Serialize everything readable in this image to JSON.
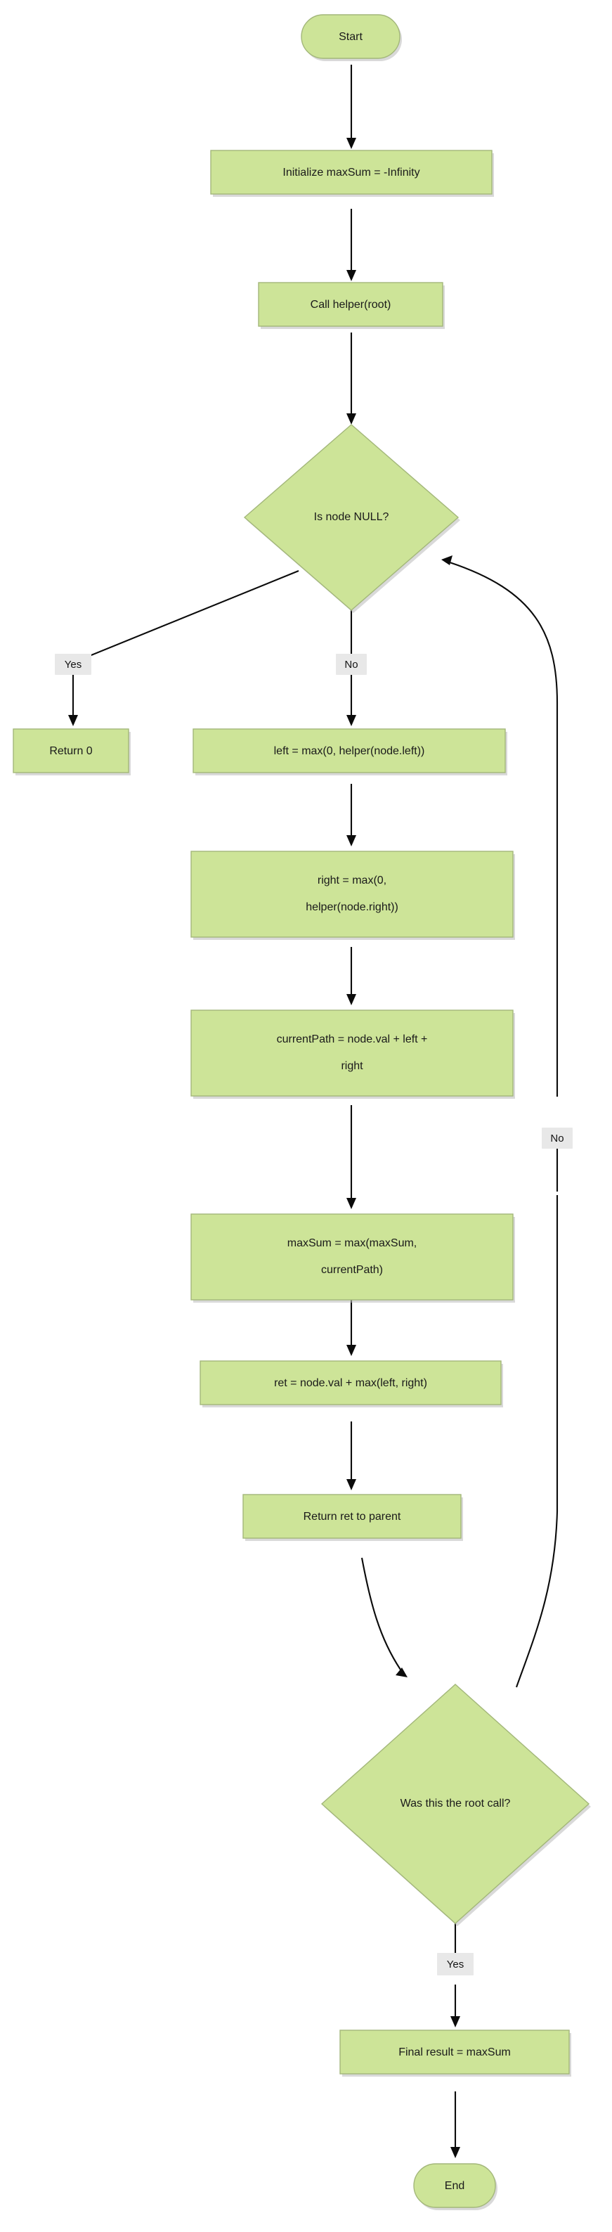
{
  "diagram": {
    "type": "flowchart",
    "title": "Binary Tree Maximum Path Sum algorithm flowchart",
    "orientation": "top-to-bottom",
    "colors": {
      "node_fill": "#cde498",
      "node_stroke": "#a3b77a",
      "edge_stroke": "#0b0b0b",
      "edge_label_background": "#e8e8e8",
      "text": "#1a1a1a",
      "canvas": "#ffffff"
    }
  },
  "nodes": {
    "start": {
      "id": "start",
      "label": "Start",
      "shape": "stadium"
    },
    "init": {
      "id": "init",
      "label": "Initialize maxSum = -Infinity",
      "shape": "rect"
    },
    "call_helper": {
      "id": "call_helper",
      "label": "Call helper(root)",
      "shape": "rect"
    },
    "is_null": {
      "id": "is_null",
      "label": "Is node NULL?",
      "shape": "diamond"
    },
    "return_zero": {
      "id": "return_zero",
      "label": "Return 0",
      "shape": "rect"
    },
    "left": {
      "id": "left",
      "label": "left = max(0, helper(node.left))",
      "shape": "rect"
    },
    "right": {
      "id": "right",
      "shape": "rect",
      "label": "right = max(0, helper(node.right))",
      "line1": "right = max(0,",
      "line2": "helper(node.right))"
    },
    "current_path": {
      "id": "current_path",
      "shape": "rect",
      "label": "currentPath = node.val + left + right",
      "line1": "currentPath = node.val + left +",
      "line2": "right"
    },
    "max_sum": {
      "id": "max_sum",
      "shape": "rect",
      "label": "maxSum = max(maxSum, currentPath)",
      "line1": "maxSum = max(maxSum,",
      "line2": "currentPath)"
    },
    "ret": {
      "id": "ret",
      "label": "ret = node.val + max(left, right)",
      "shape": "rect"
    },
    "return_parent": {
      "id": "return_parent",
      "label": "Return ret to parent",
      "shape": "rect"
    },
    "root_call": {
      "id": "root_call",
      "label": "Was this the root call?",
      "shape": "diamond"
    },
    "final_result": {
      "id": "final_result",
      "label": "Final result = maxSum",
      "shape": "rect"
    },
    "end": {
      "id": "end",
      "label": "End",
      "shape": "stadium"
    }
  },
  "edges": [
    {
      "from": "start",
      "to": "init",
      "label": ""
    },
    {
      "from": "init",
      "to": "call_helper",
      "label": ""
    },
    {
      "from": "call_helper",
      "to": "is_null",
      "label": ""
    },
    {
      "from": "is_null",
      "to": "return_zero",
      "label": "Yes"
    },
    {
      "from": "is_null",
      "to": "left",
      "label": "No"
    },
    {
      "from": "left",
      "to": "right",
      "label": ""
    },
    {
      "from": "right",
      "to": "current_path",
      "label": ""
    },
    {
      "from": "current_path",
      "to": "max_sum",
      "label": ""
    },
    {
      "from": "max_sum",
      "to": "ret",
      "label": ""
    },
    {
      "from": "ret",
      "to": "return_parent",
      "label": ""
    },
    {
      "from": "return_parent",
      "to": "root_call",
      "label": ""
    },
    {
      "from": "root_call",
      "to": "is_null",
      "label": "No"
    },
    {
      "from": "root_call",
      "to": "final_result",
      "label": "Yes"
    },
    {
      "from": "final_result",
      "to": "end",
      "label": ""
    }
  ],
  "edge_labels": {
    "is_null_yes": "Yes",
    "is_null_no": "No",
    "root_call_no": "No",
    "root_call_yes": "Yes"
  }
}
